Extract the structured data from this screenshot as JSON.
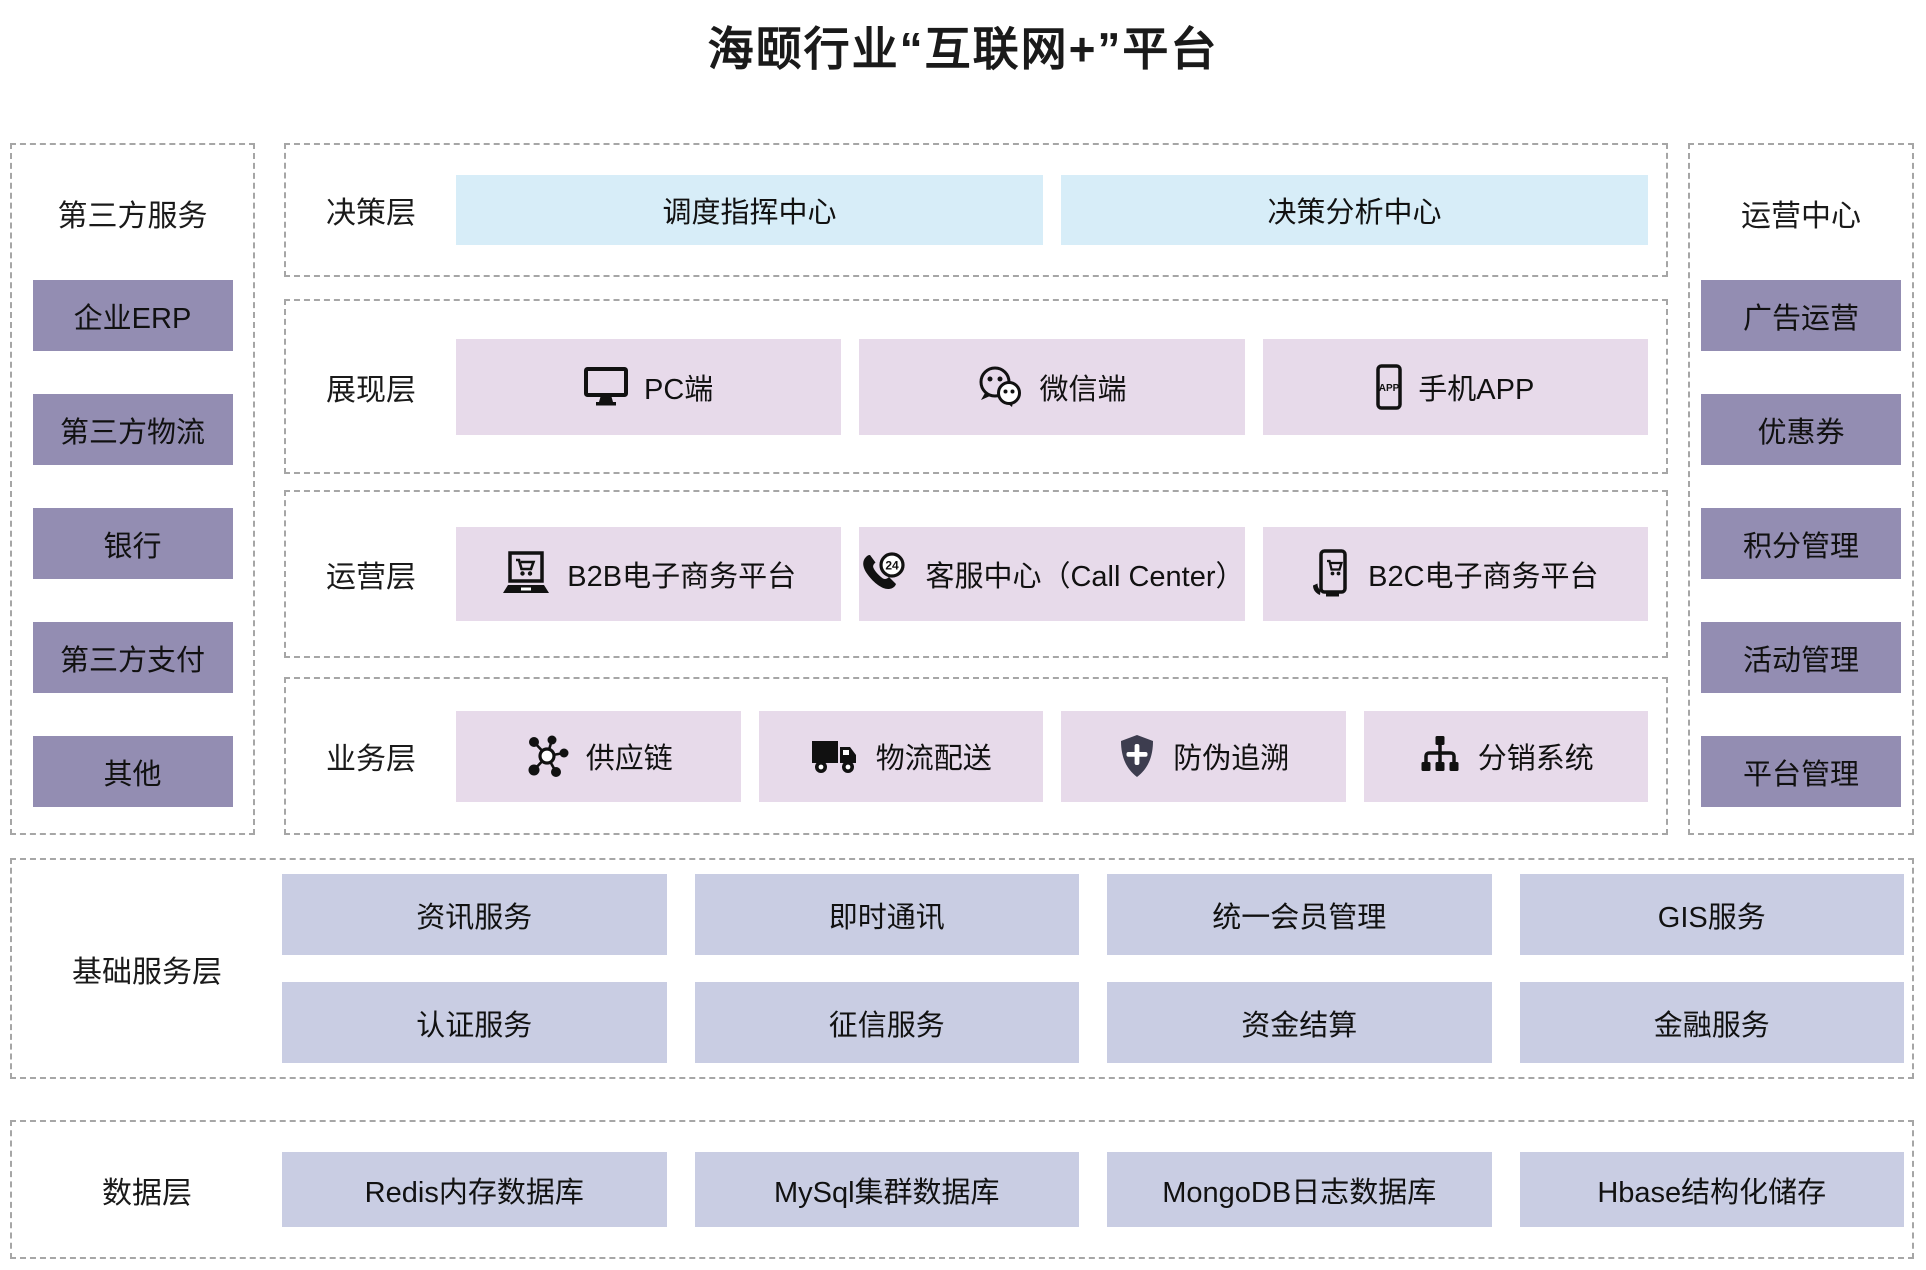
{
  "title": "海颐行业“互联网+”平台",
  "colors": {
    "blue": "#d7edf8",
    "pink": "#e7daea",
    "purple": "#938db2",
    "periwinkle": "#c9cde3",
    "dash": "#a6a6a6"
  },
  "left_panel": {
    "title": "第三方服务",
    "items": [
      "企业ERP",
      "第三方物流",
      "银行",
      "第三方支付",
      "其他"
    ]
  },
  "right_panel": {
    "title": "运营中心",
    "items": [
      "广告运营",
      "优惠券",
      "积分管理",
      "活动管理",
      "平台管理"
    ]
  },
  "layers": [
    {
      "label": "决策层",
      "style": "blue",
      "items": [
        {
          "text": "调度指挥中心"
        },
        {
          "text": "决策分析中心"
        }
      ]
    },
    {
      "label": "展现层",
      "style": "pink",
      "items": [
        {
          "icon": "monitor-icon",
          "text": "PC端"
        },
        {
          "icon": "wechat-icon",
          "text": "微信端"
        },
        {
          "icon": "phone-app-icon",
          "text": "手机APP"
        }
      ]
    },
    {
      "label": "运营层",
      "style": "pink",
      "items": [
        {
          "icon": "laptop-cart-icon",
          "text": "B2B电子商务平台"
        },
        {
          "icon": "phone-24-icon",
          "text": "客服中心（Call Center）"
        },
        {
          "icon": "mobile-cart-icon",
          "text": "B2C电子商务平台"
        }
      ]
    },
    {
      "label": "业务层",
      "style": "pink",
      "items": [
        {
          "icon": "network-icon",
          "text": "供应链"
        },
        {
          "icon": "truck-icon",
          "text": "物流配送"
        },
        {
          "icon": "shield-icon",
          "text": "防伪追溯"
        },
        {
          "icon": "hierarchy-icon",
          "text": "分销系统"
        }
      ]
    }
  ],
  "base_layer": {
    "label": "基础服务层",
    "rows": [
      [
        "资讯服务",
        "即时通讯",
        "统一会员管理",
        "GIS服务"
      ],
      [
        "认证服务",
        "征信服务",
        "资金结算",
        "金融服务"
      ]
    ]
  },
  "data_layer": {
    "label": "数据层",
    "items": [
      "Redis内存数据库",
      "MySql集群数据库",
      "MongoDB日志数据库",
      "Hbase结构化储存"
    ]
  }
}
